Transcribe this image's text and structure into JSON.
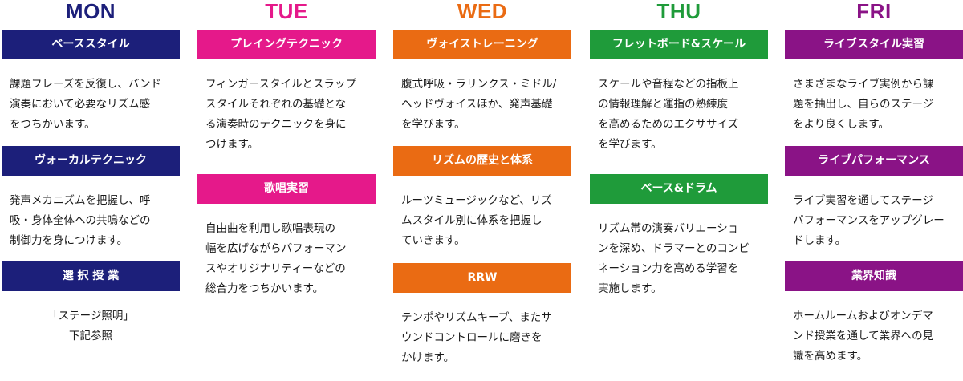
{
  "colors": {
    "mon": "#1c1f7a",
    "tue": "#e5198a",
    "wed": "#ea6b13",
    "thu": "#1f9b3a",
    "fri": "#8a1386"
  },
  "days": [
    {
      "key": "mon",
      "label": "MON",
      "blocks": [
        {
          "title": "ベーススタイル",
          "text": "課題フレーズを反復し、バンド\n演奏において必要なリズム感\nをつちかいます。"
        },
        {
          "title": "ヴォーカルテクニック",
          "text": "発声メカニズムを把握し、呼\n吸・身体全体への共鳴などの\n制御力を身につけます。"
        },
        {
          "title": "選 択 授 業",
          "text": "「ステージ照明」\n下記参照"
        }
      ]
    },
    {
      "key": "tue",
      "label": "TUE",
      "blocks": [
        {
          "title": "プレイングテクニック",
          "text": "フィンガースタイルとスラップ\nスタイルそれぞれの基礎とな\nる演奏時のテクニックを身に\nつけます。"
        },
        {
          "title": "歌唱実習",
          "text": "自由曲を利用し歌唱表現の\n幅を広げながらパフォーマン\nスやオリジナリティーなどの\n総合力をつちかいます。"
        }
      ]
    },
    {
      "key": "wed",
      "label": "WED",
      "blocks": [
        {
          "title": "ヴォイストレーニング",
          "text": "腹式呼吸・ラリンクス・ミドル/\nヘッドヴォイスほか、発声基礎\nを学びます。"
        },
        {
          "title": "リズムの歴史と体系",
          "text": "ルーツミュージックなど、リズ\nムスタイル別に体系を把握し\nていきます。"
        },
        {
          "title": "RRW",
          "text": "テンポやリズムキープ、またサ\nウンドコントロールに磨きを\nかけます。"
        }
      ]
    },
    {
      "key": "thu",
      "label": "THU",
      "blocks": [
        {
          "title": "フレットボード&スケール",
          "text": "スケールや音程などの指板上\nの情報理解と運指の熟練度\nを高めるためのエクササイズ\nを学びます。"
        },
        {
          "title": "ベース&ドラム",
          "text": "リズム帯の演奏バリエーショ\nンを深め、ドラマーとのコンビ\nネーション力を高める学習を\n実施します。"
        }
      ]
    },
    {
      "key": "fri",
      "label": "FRI",
      "blocks": [
        {
          "title": "ライブスタイル実習",
          "text": "さまざまなライブ実例から課\n題を抽出し、自らのステージ\nをより良くします。"
        },
        {
          "title": "ライブパフォーマンス",
          "text": "ライブ実習を通してステージ\nパフォーマンスをアップグレー\nドします。"
        },
        {
          "title": "業界知識",
          "text": "ホームルームおよびオンデマ\nンド授業を通して業界への見\n識を高めます。"
        }
      ]
    }
  ]
}
